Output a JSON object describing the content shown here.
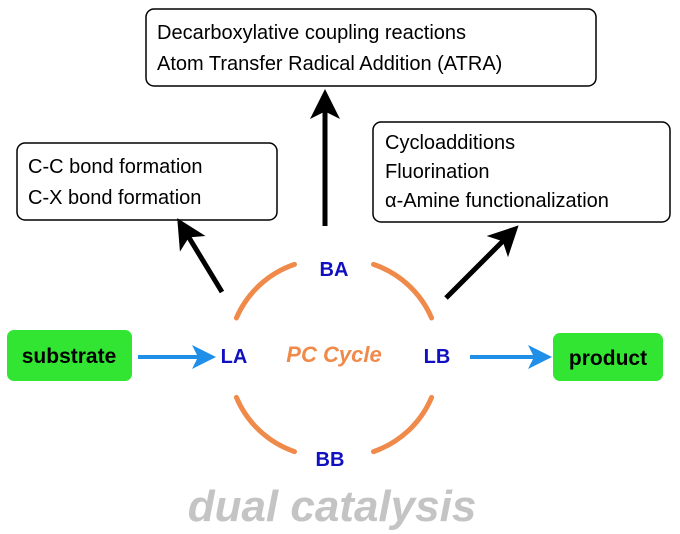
{
  "colors": {
    "cycle": "#f08a4b",
    "node_text": "#1010c0",
    "green_box": "#33e533",
    "blue_arrow": "#1f8fe8",
    "black_arrow": "#000000",
    "footer": "#c4c4c4"
  },
  "boxes": {
    "top": {
      "lines": [
        "Decarboxylative coupling reactions",
        "Atom Transfer Radical Addition (ATRA)"
      ]
    },
    "left": {
      "lines": [
        "C-C bond formation",
        "C-X bond formation"
      ]
    },
    "right": {
      "lines": [
        "Cycloadditions",
        "Fluorination",
        "α-Amine functionalization"
      ]
    }
  },
  "nodes": {
    "ba": "BA",
    "la": "LA",
    "lb": "LB",
    "bb": "BB"
  },
  "substrate": "substrate",
  "product": "product",
  "cycle_label": "PC Cycle",
  "footer": "dual catalysis"
}
